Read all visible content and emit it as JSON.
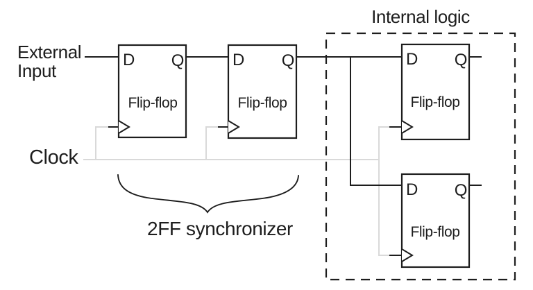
{
  "labels": {
    "external_input_line1": "External",
    "external_input_line2": "Input",
    "clock": "Clock",
    "internal_logic": "Internal logic",
    "synchronizer": "2FF synchronizer"
  },
  "flipflops": [
    {
      "d": "D",
      "q": "Q",
      "label": "Flip-flop"
    },
    {
      "d": "D",
      "q": "Q",
      "label": "Flip-flop"
    },
    {
      "d": "D",
      "q": "Q",
      "label": "Flip-flop"
    },
    {
      "d": "D",
      "q": "Q",
      "label": "Flip-flop"
    }
  ],
  "colors": {
    "text": "#1d1d1d",
    "wire": "#1d1d1d",
    "clock_wire": "#d9d9d9",
    "background": "#ffffff"
  }
}
